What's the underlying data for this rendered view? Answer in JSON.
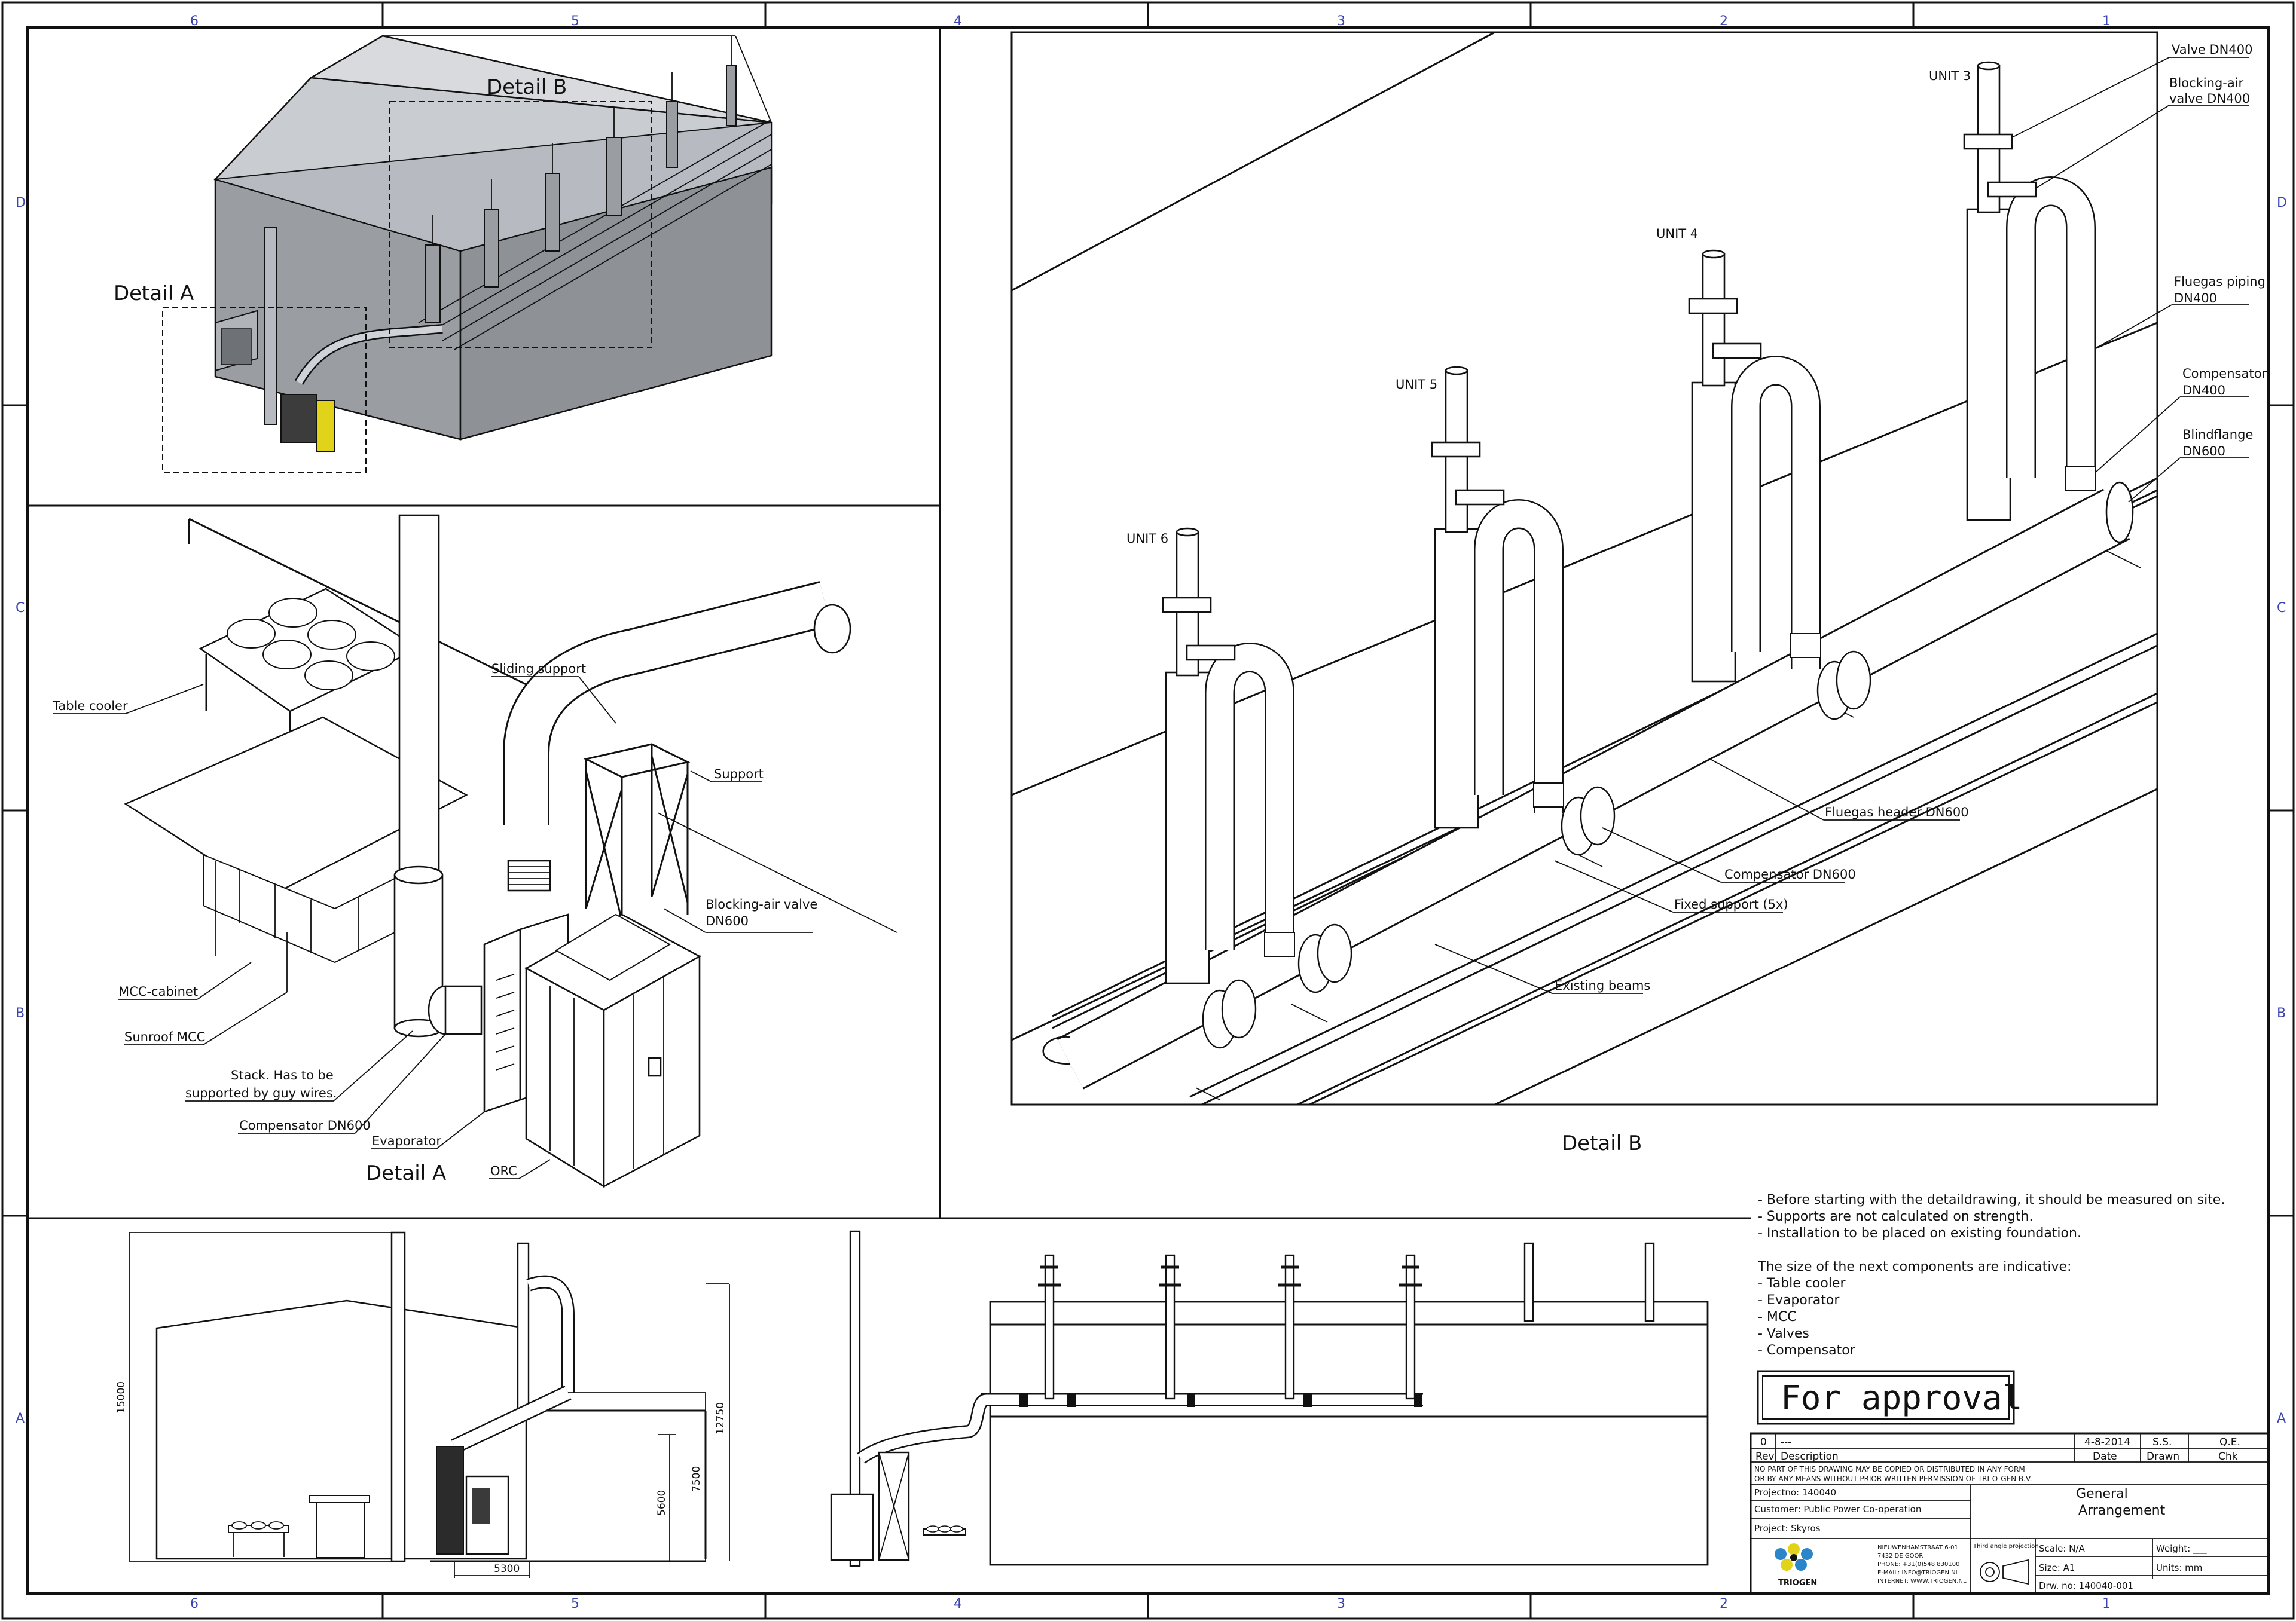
{
  "colors": {
    "line": "#111111",
    "zone_text": "#3a43b0",
    "roof": "#c9ccd1",
    "wall": "#8e9196",
    "evaporator": "#3c3c3c",
    "accent": "#e1d319"
  },
  "zones": {
    "top": [
      "6",
      "5",
      "4",
      "3",
      "2",
      "1"
    ],
    "bottom": [
      "6",
      "5",
      "4",
      "3",
      "2",
      "1"
    ],
    "left": [
      "D",
      "C",
      "B",
      "A"
    ],
    "right": [
      "D",
      "C",
      "B",
      "A"
    ]
  },
  "overview": {
    "detail_a": "Detail A",
    "detail_b": "Detail B"
  },
  "detail_a": {
    "title": "Detail A",
    "labels": {
      "table_cooler": "Table cooler",
      "sliding_support": "Sliding support",
      "support": "Support",
      "blocking_air_valve_1": "Blocking-air valve",
      "blocking_air_valve_2": "DN600",
      "mcc_cabinet": "MCC-cabinet",
      "sunroof_mcc": "Sunroof MCC",
      "stack_1": "Stack. Has to be",
      "stack_2": "supported by guy wires.",
      "compensator": "Compensator DN600",
      "evaporator": "Evaporator",
      "orc": "ORC"
    }
  },
  "detail_b": {
    "title": "Detail B",
    "units": [
      "UNIT 3",
      "UNIT 4",
      "UNIT 5",
      "UNIT 6"
    ],
    "labels": {
      "valve": "Valve DN400",
      "blocking_air_1": "Blocking-air",
      "blocking_air_2": "valve DN400",
      "fluegas_piping_1": "Fluegas piping",
      "fluegas_piping_2": "DN400",
      "compensator400_1": "Compensator",
      "compensator400_2": "DN400",
      "blindflange_1": "Blindflange",
      "blindflange_2": "DN600",
      "fluegas_header": "Fluegas header DN600",
      "compensator600": "Compensator DN600",
      "fixed_support": "Fixed support (5x)",
      "existing_beams": "Existing beams"
    }
  },
  "elevation": {
    "dim_15000": "15000",
    "dim_12750": "12750",
    "dim_7500": "7500",
    "dim_5600": "5600",
    "dim_5300": "5300"
  },
  "notes": {
    "general": [
      "- Before starting with the detaildrawing, it should be measured on site.",
      "- Supports are not calculated on strength.",
      "- Installation to be placed on existing foundation."
    ],
    "indicative_header": "The size of the next components are indicative:",
    "indicative": [
      "- Table cooler",
      "- Evaporator",
      "- MCC",
      "- Valves",
      "- Compensator"
    ]
  },
  "stamp": "For approval",
  "title_block": {
    "rev": "0",
    "rev_desc": "---",
    "date": "4-8-2014",
    "drawn": "S.S.",
    "chk": "Q.E.",
    "h_rev": "Rev",
    "h_desc": "Description",
    "h_date": "Date",
    "h_drawn": "Drawn",
    "h_chk": "Chk",
    "disclaimer_1": "NO PART OF THIS DRAWING MAY BE COPIED OR DISTRIBUTED IN ANY FORM",
    "disclaimer_2": "OR BY ANY MEANS WITHOUT PRIOR WRITTEN PERMISSION OF TRI-O-GEN B.V.",
    "projectno": "Projectno: 140040",
    "customer": "Customer: Public Power Co-operation",
    "project": "Project: Skyros",
    "title_1": "General",
    "title_2": "Arrangement",
    "company": "TRIOGEN",
    "address": [
      "NIEUWENHAMSTRAAT 6-01",
      "7432 DE GOOR",
      "PHONE: +31(0)548 830100",
      "E-MAIL: INFO@TRIOGEN.NL",
      "INTERNET: WWW.TRIOGEN.NL"
    ],
    "projection": "Third angle projection",
    "scale": "Scale: N/A",
    "size": "Size: A1",
    "drw_no": "Drw. no: 140040-001",
    "weight": "Weight: ___",
    "units": "Units: mm"
  }
}
